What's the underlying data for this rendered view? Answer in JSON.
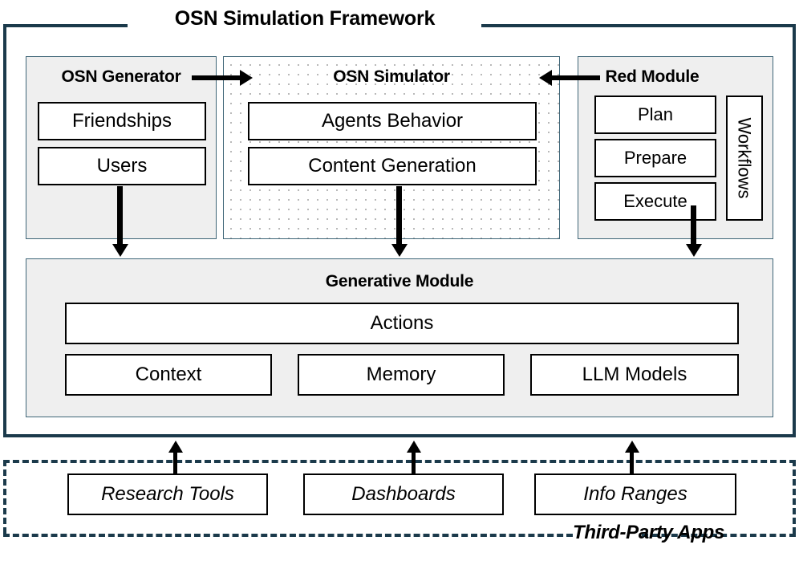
{
  "framework": {
    "title": "OSN Simulation Framework"
  },
  "panels": {
    "osn_generator": {
      "title": "OSN Generator",
      "boxes": [
        {
          "label": "Friendships"
        },
        {
          "label": "Users"
        }
      ]
    },
    "osn_simulator": {
      "title": "OSN Simulator",
      "boxes": [
        {
          "label": "Agents Behavior"
        },
        {
          "label": "Content Generation"
        }
      ]
    },
    "red_module": {
      "title": "Red Module",
      "boxes": [
        {
          "label": "Plan"
        },
        {
          "label": "Prepare"
        },
        {
          "label": "Execute"
        }
      ],
      "workflows_label": "Workflows"
    },
    "generative_module": {
      "title": "Generative Module",
      "actions_label": "Actions",
      "boxes": [
        {
          "label": "Context"
        },
        {
          "label": "Memory"
        },
        {
          "label": "LLM Models"
        }
      ]
    }
  },
  "third_party": {
    "label": "Third-Party Apps",
    "boxes": [
      {
        "label": "Research Tools"
      },
      {
        "label": "Dashboards"
      },
      {
        "label": "Info Ranges"
      }
    ]
  },
  "colors": {
    "frame_border": "#1b3a4b",
    "panel_border": "#3f6678",
    "panel_fill": "#efefef",
    "box_border": "#000000",
    "box_fill": "#ffffff",
    "dot_pattern": "#b9b9b9"
  },
  "arrows": [
    {
      "name": "generator-to-simulator",
      "direction": "right"
    },
    {
      "name": "red-module-to-simulator",
      "direction": "left"
    },
    {
      "name": "generator-to-generative-module",
      "direction": "down"
    },
    {
      "name": "simulator-to-generative-module",
      "direction": "down"
    },
    {
      "name": "red-module-to-generative-module",
      "direction": "down"
    },
    {
      "name": "research-tools-to-framework",
      "direction": "up"
    },
    {
      "name": "dashboards-to-framework",
      "direction": "up"
    },
    {
      "name": "info-ranges-to-framework",
      "direction": "up"
    }
  ]
}
